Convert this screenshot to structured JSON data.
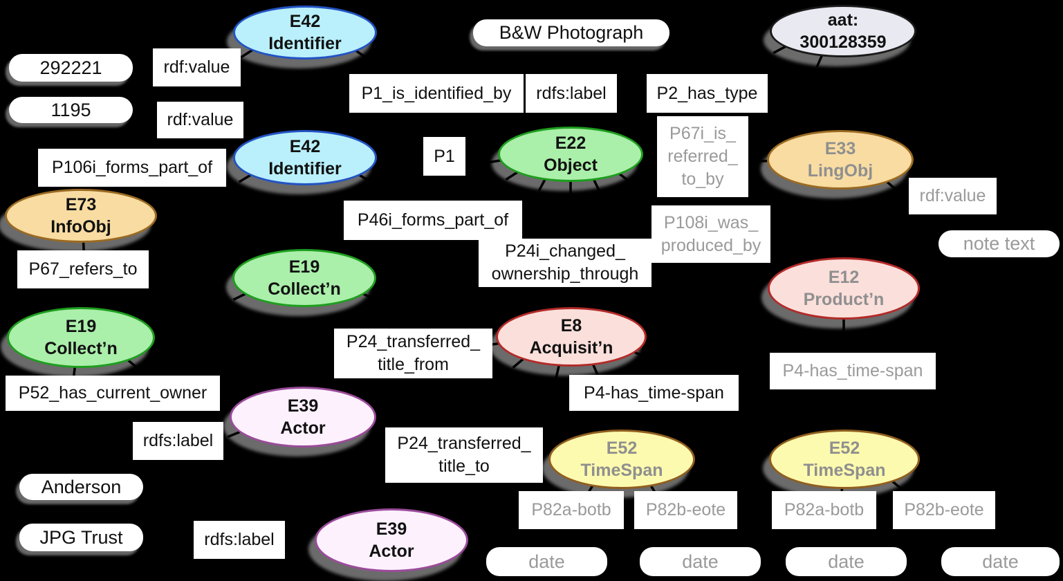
{
  "figure": {
    "description": "CIDOC-CRM RDF mapping graph",
    "background_color": "#000000",
    "shadow_color": "#6b6b6b",
    "gray_text_color": "#9a9a9a"
  },
  "palette": {
    "identifier": {
      "fill": "#b9f0fb",
      "border": "#2353c4"
    },
    "type_term": {
      "fill": "#e9e9f1",
      "border": "#1a1a1a"
    },
    "physical": {
      "fill": "#aaefaa",
      "border": "#1e9e1e"
    },
    "conceptual": {
      "fill": "#f8dca2",
      "border": "#9a6a22"
    },
    "event": {
      "fill": "#fbdfdb",
      "border": "#b22a28"
    },
    "actor": {
      "fill": "#fdf1fd",
      "border": "#9a4b9a"
    },
    "timespan": {
      "fill": "#fcfaae",
      "border": "#8f5e1f"
    }
  },
  "nodes": [
    {
      "id": "e42-identifier-top",
      "lines": [
        "E42",
        "Identifier"
      ],
      "type": "identifier",
      "text": "black"
    },
    {
      "id": "aat-300128359",
      "lines": [
        "aat:",
        "300128359"
      ],
      "type": "type_term",
      "text": "black"
    },
    {
      "id": "e42-identifier-mid",
      "lines": [
        "E42",
        "Identifier"
      ],
      "type": "identifier",
      "text": "black"
    },
    {
      "id": "e22-object",
      "lines": [
        "E22",
        "Object"
      ],
      "type": "physical",
      "text": "black"
    },
    {
      "id": "e33-lingobj",
      "lines": [
        "E33",
        "LingObj"
      ],
      "type": "conceptual",
      "text": "gray"
    },
    {
      "id": "e73-infoobj",
      "lines": [
        "E73",
        "InfoObj"
      ],
      "type": "conceptual",
      "text": "black"
    },
    {
      "id": "e19-collectn-mid",
      "lines": [
        "E19",
        "Collect’n"
      ],
      "type": "physical",
      "text": "black"
    },
    {
      "id": "e19-collectn-left",
      "lines": [
        "E19",
        "Collect’n"
      ],
      "type": "physical",
      "text": "black"
    },
    {
      "id": "e8-acquisitn",
      "lines": [
        "E8",
        "Acquisit’n"
      ],
      "type": "event",
      "text": "black"
    },
    {
      "id": "e12-productn",
      "lines": [
        "E12",
        "Product’n"
      ],
      "type": "event",
      "text": "gray"
    },
    {
      "id": "e39-actor-mid",
      "lines": [
        "E39",
        "Actor"
      ],
      "type": "actor",
      "text": "black"
    },
    {
      "id": "e52-timespan-left",
      "lines": [
        "E52",
        "TimeSpan"
      ],
      "type": "timespan",
      "text": "gray"
    },
    {
      "id": "e52-timespan-right",
      "lines": [
        "E52",
        "TimeSpan"
      ],
      "type": "timespan",
      "text": "gray"
    },
    {
      "id": "e39-actor-bottom",
      "lines": [
        "E39",
        "Actor"
      ],
      "type": "actor",
      "text": "black"
    }
  ],
  "properties": [
    {
      "id": "rdf-value-top",
      "lines": [
        "rdf:value"
      ],
      "text": "black"
    },
    {
      "id": "rdf-value-mid",
      "lines": [
        "rdf:value"
      ],
      "text": "black"
    },
    {
      "id": "p1-is-identified-by",
      "lines": [
        "P1_is_identified_by"
      ],
      "text": "black"
    },
    {
      "id": "rdfs-label-top",
      "lines": [
        "rdfs:label"
      ],
      "text": "black"
    },
    {
      "id": "p2-has-type",
      "lines": [
        "P2_has_type"
      ],
      "text": "black"
    },
    {
      "id": "p1",
      "lines": [
        "P1"
      ],
      "text": "black"
    },
    {
      "id": "p67i-is-referred-to-by",
      "lines": [
        "P67i_is_",
        "referred_",
        "to_by"
      ],
      "text": "gray"
    },
    {
      "id": "p106i-forms-part-of",
      "lines": [
        "P106i_forms_part_of"
      ],
      "text": "black"
    },
    {
      "id": "rdf-value-right",
      "lines": [
        "rdf:value"
      ],
      "text": "gray"
    },
    {
      "id": "p46i-forms-part-of",
      "lines": [
        "P46i_forms_part_of"
      ],
      "text": "black"
    },
    {
      "id": "p24i-changed-ownership-through",
      "lines": [
        "P24i_changed_",
        "ownership_through"
      ],
      "text": "black"
    },
    {
      "id": "p108i-was-produced-by",
      "lines": [
        "P108i_was_",
        "produced_by"
      ],
      "text": "gray"
    },
    {
      "id": "p67-refers-to",
      "lines": [
        "P67_refers_to"
      ],
      "text": "black"
    },
    {
      "id": "p24-transferred-title-from",
      "lines": [
        "P24_transferred_",
        "title_from"
      ],
      "text": "black"
    },
    {
      "id": "p4-has-time-span",
      "lines": [
        "P4-has_time-span"
      ],
      "text": "black"
    },
    {
      "id": "p4-has-time-span-right",
      "lines": [
        "P4-has_time-span"
      ],
      "text": "gray"
    },
    {
      "id": "p52-has-current-owner",
      "lines": [
        "P52_has_current_owner"
      ],
      "text": "black"
    },
    {
      "id": "rdfs-label-anderson",
      "lines": [
        "rdfs:label"
      ],
      "text": "black"
    },
    {
      "id": "p24-transferred-title-to",
      "lines": [
        "P24_transferred_",
        "title_to"
      ],
      "text": "black"
    },
    {
      "id": "p82a-botb-left",
      "lines": [
        "P82a-botb"
      ],
      "text": "gray"
    },
    {
      "id": "p82b-eote-left",
      "lines": [
        "P82b-eote"
      ],
      "text": "gray"
    },
    {
      "id": "p82a-botb-right",
      "lines": [
        "P82a-botb"
      ],
      "text": "gray"
    },
    {
      "id": "p82b-eote-right",
      "lines": [
        "P82b-eote"
      ],
      "text": "gray"
    },
    {
      "id": "rdfs-label-jpg",
      "lines": [
        "rdfs:label"
      ],
      "text": "black"
    }
  ],
  "literals": [
    {
      "id": "292221",
      "text": "292221",
      "text_color": "black"
    },
    {
      "id": "1195",
      "text": "1195",
      "text_color": "black"
    },
    {
      "id": "bw-photograph",
      "text": "B&W Photograph",
      "text_color": "black"
    },
    {
      "id": "note-text",
      "text": "note text",
      "text_color": "gray"
    },
    {
      "id": "anderson",
      "text": "Anderson",
      "text_color": "black"
    },
    {
      "id": "jpg-trust",
      "text": "JPG Trust",
      "text_color": "black"
    },
    {
      "id": "date-1",
      "text": "date",
      "text_color": "gray"
    },
    {
      "id": "date-2",
      "text": "date",
      "text_color": "gray"
    },
    {
      "id": "date-3",
      "text": "date",
      "text_color": "gray"
    },
    {
      "id": "date-4",
      "text": "date",
      "text_color": "gray"
    }
  ]
}
